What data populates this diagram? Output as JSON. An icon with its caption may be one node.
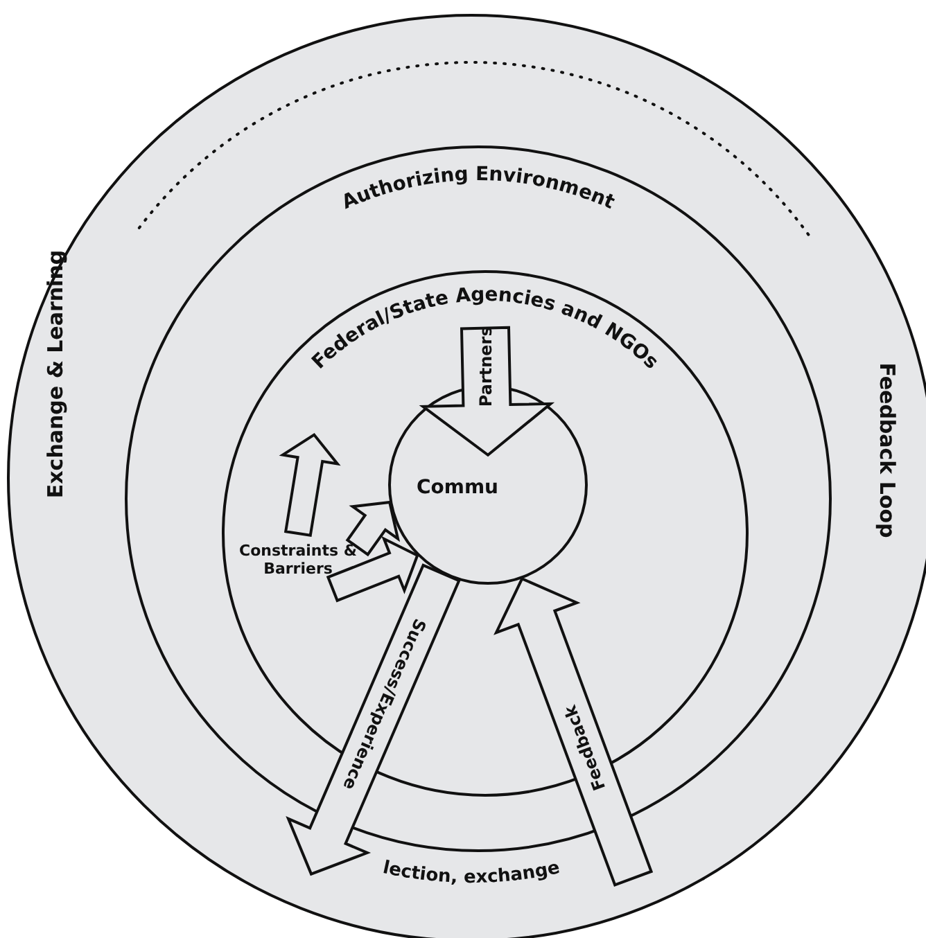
{
  "diagram": {
    "nodes": [
      {
        "text": [
          "Exchange & Learning",
          "Feedback Loop",
          "lection, exchange"
        ]
      },
      {
        "text": [
          "Authorizing Environment"
        ],
        "in": 0
      },
      {
        "text": [
          "Federal/State Agencies and NGOs"
        ],
        "in": 1
      },
      {
        "text": [
          "Commu"
        ],
        "in": 2
      },
      {
        "text": [
          "Constraints & Barriers"
        ],
        "in": 2
      }
    ],
    "edges": [
      {
        "from": 2,
        "to": 3,
        "arrow": "to",
        "label": "Partners"
      },
      {
        "from": 3,
        "to": 0,
        "arrow": "to",
        "label": "Success/Experience"
      },
      {
        "from": 0,
        "to": 3,
        "arrow": "to",
        "label": "Feedback"
      },
      {
        "from": 4,
        "to": 3,
        "arrow": "to"
      },
      {
        "from": 4,
        "to": 2,
        "arrow": "to"
      },
      {
        "from": 4,
        "to": 3,
        "arrow": "to"
      }
    ]
  }
}
